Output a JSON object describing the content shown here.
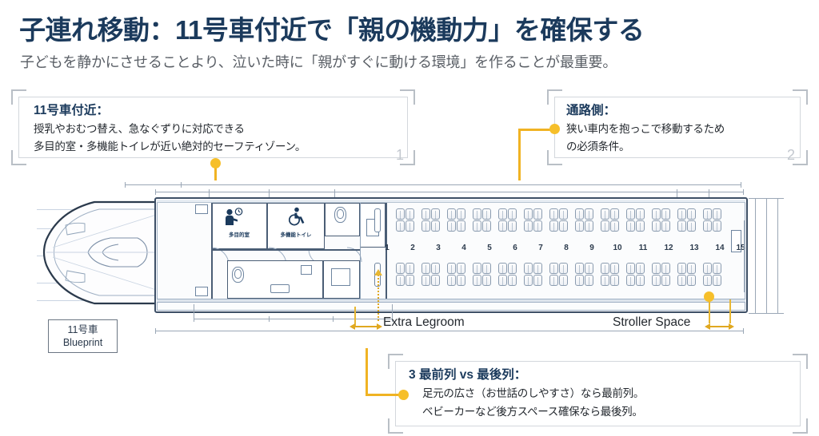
{
  "header": {
    "title": "子連れ移動：11号車付近で「親の機動力」を確保する",
    "subtitle": "子どもを静かにさせることより、泣いた時に「親がすぐに動ける環境」を作ることが最重要。"
  },
  "callouts": [
    {
      "number": "1",
      "heading": "11号車付近：",
      "line1": "授乳やおむつ替え、急なぐずりに対応できる",
      "line2": "多目的室・多機能トイレが近い絶対的セーフティゾーン。"
    },
    {
      "number": "2",
      "heading": "通路側：",
      "line1": "狭い車内を抱っこで移動するため",
      "line2": "の必須条件。"
    },
    {
      "number": "3",
      "heading": "最前列 vs 最後列：",
      "line1": "足元の広さ（お世話のしやすさ）なら最前列。",
      "line2": "ベビーカーなど後方スペース確保なら最後列。"
    }
  ],
  "blueprint": {
    "tag_line1": "11号車",
    "tag_line2": "Blueprint",
    "rooms": [
      {
        "id": "multipurpose-room",
        "label": "多目的室",
        "icon": "person-with-clock-icon"
      },
      {
        "id": "accessible-toilet",
        "label": "多機能トイレ",
        "icon": "wheelchair-icon"
      }
    ],
    "row_numbers": [
      "1",
      "2",
      "3",
      "4",
      "5",
      "6",
      "7",
      "8",
      "9",
      "10",
      "11",
      "12",
      "13",
      "14",
      "15"
    ],
    "end_row_number": "15",
    "annotations": [
      {
        "id": "extra-legroom",
        "label": "Extra Legroom"
      },
      {
        "id": "stroller-space",
        "label": "Stroller Space"
      }
    ]
  },
  "colors": {
    "title": "#1b3a5c",
    "subtitle": "#5a5f66",
    "accent": "#f0b323",
    "blueprint_line": "#4a5d75",
    "bracket": "#b9bfc6"
  }
}
